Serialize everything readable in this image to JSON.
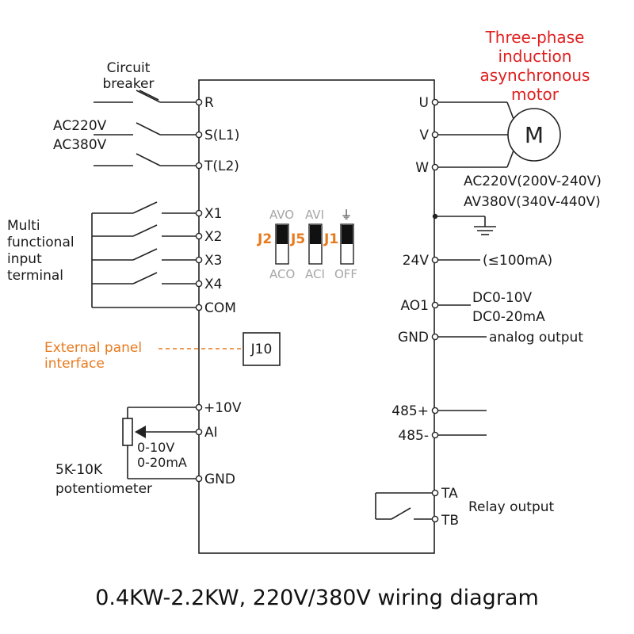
{
  "title": "0.4KW-2.2KW, 220V/380V wiring diagram",
  "motor": {
    "caption_lines": [
      "Three-phase",
      "induction",
      "asynchronous",
      "motor"
    ],
    "symbol": "M",
    "voltage_lines": [
      "AC220V(200V-240V)",
      "AV380V(340V-440V)"
    ]
  },
  "breaker": {
    "label_lines": [
      "Circuit",
      "breaker"
    ],
    "supply_lines": [
      "AC220V",
      "AC380V"
    ]
  },
  "power_terminals": [
    "R",
    "S(L1)",
    "T(L2)"
  ],
  "motor_terminals": [
    "U",
    "V",
    "W"
  ],
  "input_block": {
    "label_lines": [
      "Multi",
      "functional",
      "input",
      "terminal"
    ],
    "terminals": [
      "X1",
      "X2",
      "X3",
      "X4",
      "COM"
    ]
  },
  "jumpers": {
    "top_labels": [
      "AVO",
      "AVI"
    ],
    "names": [
      "J2",
      "J5",
      "J1"
    ],
    "bottom_labels": [
      "ACO",
      "ACI",
      "OFF"
    ],
    "ground_symbol": "⏚"
  },
  "panel": {
    "label_lines": [
      "External panel",
      "interface"
    ],
    "connector": "J10"
  },
  "analog_input": {
    "terminals": [
      "+10V",
      "AI",
      "GND"
    ],
    "range_lines": [
      "0-10V",
      "0-20mA"
    ],
    "pot_label_lines": [
      "5K-10K",
      "potentiometer"
    ]
  },
  "right_terminals": {
    "supply": "24V",
    "supply_note": "(≤100mA)",
    "ao": "AO1",
    "ao_range_lines": [
      "DC0-10V",
      "DC0-20mA"
    ],
    "gnd": "GND",
    "ao_note": "analog output",
    "rs485": [
      "485+",
      "485-"
    ]
  },
  "relay": {
    "terminals": [
      "TA",
      "TB"
    ],
    "label": "Relay output"
  },
  "colors": {
    "motor_caption": "#e02020",
    "jumper_names": "#e87a1e",
    "panel_label": "#e87a1e",
    "jumper_options": "#a6a6a6",
    "lines": "#222222"
  }
}
